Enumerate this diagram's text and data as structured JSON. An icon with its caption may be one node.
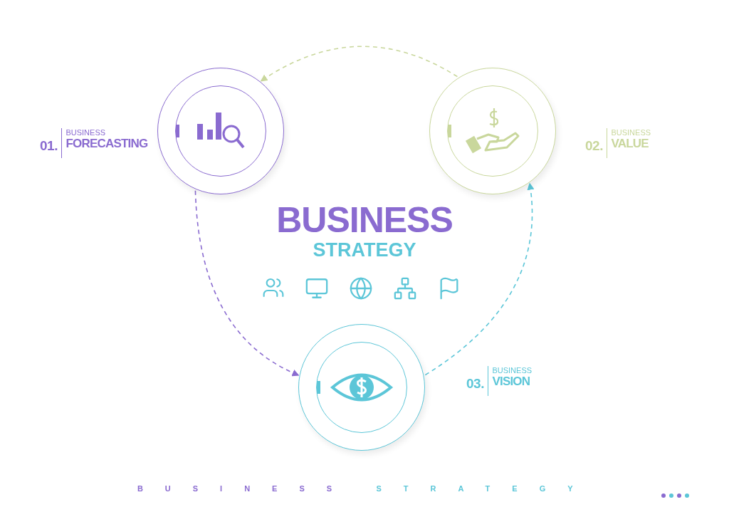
{
  "diagram": {
    "nodes": [
      {
        "text": [],
        "shape": "circle",
        "beside": [
          "01.",
          "BUSINESS",
          "FORECASTING"
        ]
      },
      {
        "text": [],
        "shape": "circle",
        "beside": [
          "02.",
          "BUSINESS",
          "VALUE"
        ]
      },
      {
        "text": [],
        "shape": "circle",
        "beside": [
          "03.",
          "BUSINESS",
          "VISION"
        ]
      }
    ],
    "edges": [
      {
        "from": 1,
        "to": 0,
        "arrow": "to",
        "style": "dashed",
        "color": "#c9d79c"
      },
      {
        "from": 0,
        "to": 2,
        "arrow": "to",
        "style": "dashed",
        "color": "#8a6bd0"
      },
      {
        "from": 2,
        "to": 1,
        "arrow": "to",
        "style": "dashed",
        "color": "#5cc6d8"
      }
    ],
    "labels": [
      "BUSINESS",
      "STRATEGY",
      "BUSINESS",
      "STRATEGY"
    ]
  }
}
